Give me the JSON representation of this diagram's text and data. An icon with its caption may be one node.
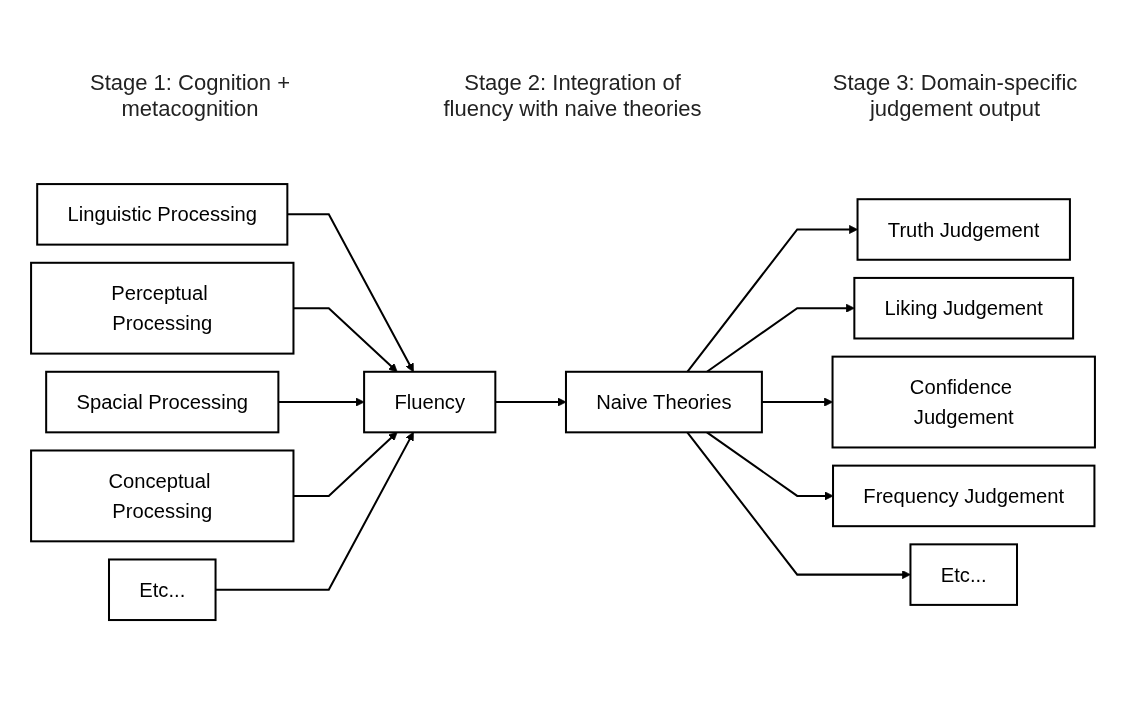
{
  "diagram": {
    "nodes": [
      {
        "text": [
          "Linguistic Processing"
        ]
      },
      {
        "text": [
          "Perceptual Processing"
        ]
      },
      {
        "text": [
          "Spacial Processing"
        ]
      },
      {
        "text": [
          "Conceptual Processing"
        ]
      },
      {
        "text": [
          "Etc..."
        ]
      },
      {
        "text": [
          "Fluency"
        ]
      },
      {
        "text": [
          "Naive Theories"
        ]
      },
      {
        "text": [
          "Truth Judgement"
        ]
      },
      {
        "text": [
          "Liking Judgement"
        ]
      },
      {
        "text": [
          "Confidence Judgement"
        ]
      },
      {
        "text": [
          "Frequency Judgement"
        ]
      },
      {
        "text": [
          "Etc..."
        ]
      }
    ],
    "edges": [
      {
        "from": 0,
        "to": 5,
        "arrow": "to"
      },
      {
        "from": 1,
        "to": 5,
        "arrow": "to"
      },
      {
        "from": 2,
        "to": 5,
        "arrow": "to"
      },
      {
        "from": 3,
        "to": 5,
        "arrow": "to"
      },
      {
        "from": 4,
        "to": 5,
        "arrow": "to"
      },
      {
        "from": 5,
        "to": 6,
        "arrow": "to"
      },
      {
        "from": 6,
        "to": 7,
        "arrow": "to"
      },
      {
        "from": 6,
        "to": 8,
        "arrow": "to"
      },
      {
        "from": 6,
        "to": 9,
        "arrow": "to"
      },
      {
        "from": 6,
        "to": 10,
        "arrow": "to"
      },
      {
        "from": 6,
        "to": 11,
        "arrow": "to"
      }
    ],
    "labels": [
      "Stage 1: Cognition + metacognition",
      "Stage 2: Integration of fluency with naive theories",
      "Stage 3: Domain-specific judgement output"
    ]
  }
}
